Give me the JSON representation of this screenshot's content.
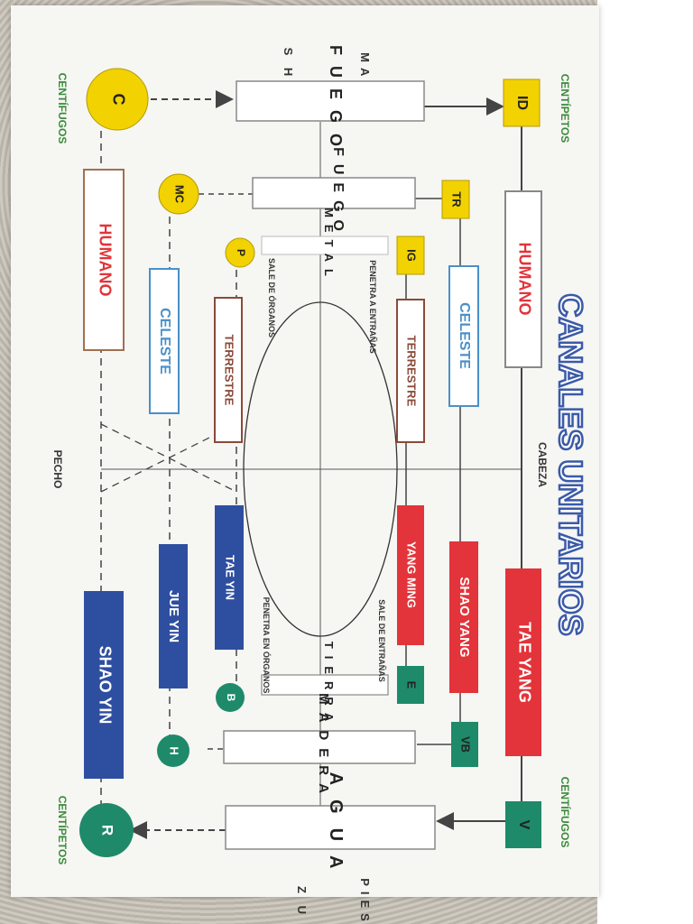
{
  "title": "CANALES UNITARIOS",
  "regions": {
    "head": "CABEZA",
    "chest": "PECHO"
  },
  "corners": {
    "top_left": "CENTÍPETOS",
    "bottom_left": "CENTÍFUGOS",
    "top_right": "CENTÍFUGOS",
    "bottom_right": "CENTÍPETOS"
  },
  "side_words": {
    "hands": "MANO",
    "hands_sub": "S HO U",
    "feet": "PIES",
    "feet_sub": "Z U"
  },
  "elements": {
    "fuego": "FUEGO",
    "fuego2": "FUEGO",
    "metal": "METAL",
    "agua": "AGUA",
    "madera": "MADERA",
    "tierra": "TIERRA"
  },
  "channels_left": [
    {
      "code": "ID",
      "name": "HUMANO",
      "color": "#e2343a"
    },
    {
      "code": "TR",
      "name": "CELESTE",
      "color": "#4a90c8"
    },
    {
      "code": "IG",
      "name": "TERRESTRE",
      "color": "#8a4a3a"
    },
    {
      "code": "C",
      "name": "HUMANO",
      "color": "#e2343a"
    },
    {
      "code": "MC",
      "name": "CELESTE",
      "color": "#4a90c8"
    },
    {
      "code": "P",
      "name": "TERRESTRE",
      "color": "#8a4a3a"
    }
  ],
  "channels_right": [
    {
      "code": "V",
      "name": "TAE YANG",
      "color": "#e2343a"
    },
    {
      "code": "VB",
      "name": "SHAO YANG",
      "color": "#e2343a"
    },
    {
      "code": "E",
      "name": "YANG MING",
      "color": "#e2343a"
    },
    {
      "code": "B",
      "name": "TAE YIN",
      "color": "#2e4fa0"
    },
    {
      "code": "H",
      "name": "JUE YIN",
      "color": "#2e4fa0"
    },
    {
      "code": "R",
      "name": "SHAO YIN",
      "color": "#2e4fa0"
    }
  ],
  "notes": {
    "penetra_entranas": "PENETRA A ENTRAÑAS",
    "sale_organos": "SALE DE ÓRGANOS",
    "sale_entranas": "SALE DE ENTRAÑAS",
    "penetra_organos": "PENETRA EN ÓRGANOS"
  },
  "colors": {
    "yang_red": "#e2343a",
    "yin_blue": "#2e4fa0",
    "code_yellow": "#f2d200",
    "code_green": "#1e8a6a",
    "corner_green": "#3a8a3a",
    "title_blue": "#3b5aa8"
  }
}
